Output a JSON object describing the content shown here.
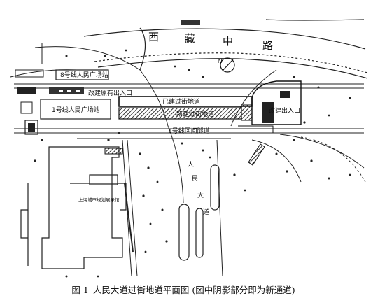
{
  "street_labels": [
    "西",
    "藏",
    "中",
    "路"
  ],
  "road_labels": [
    "人",
    "民",
    "大",
    "道"
  ],
  "station_labels": {
    "line8_station": "8号线人民广场站",
    "line1_station": "1号线人民广场站",
    "line1_section": "1号线区间隧道"
  },
  "passage_labels": {
    "existing_passage": "已建过街地道",
    "new_passage": "新建过街地道",
    "renovate_left": "改建原有出入口",
    "renovate_right": "改建出入口"
  },
  "building_label": "上海城市规划展示馆",
  "caption": {
    "figure": "图 1",
    "text": "人民大道过街地道平面图 (图中阴影部分即为新通道)"
  },
  "colors": {
    "ink": "#222222",
    "shade": "#555555"
  }
}
